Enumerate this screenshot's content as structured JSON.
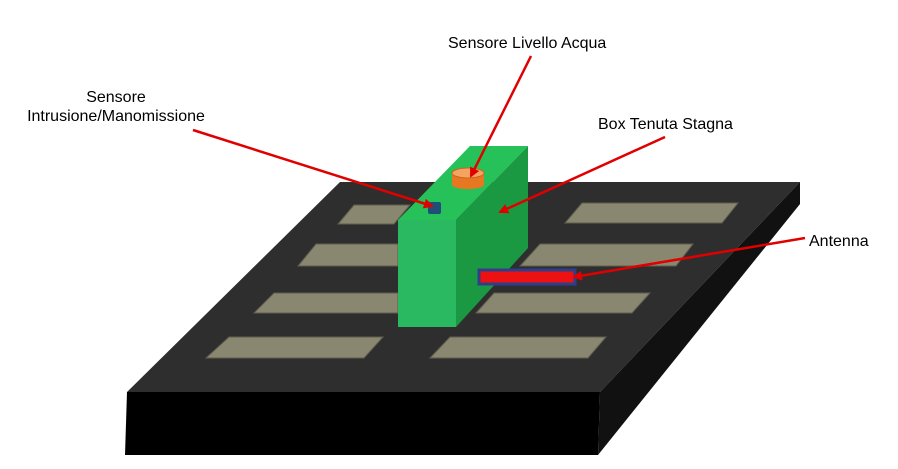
{
  "labels": {
    "water_level_sensor": "Sensore Livello Acqua",
    "intrusion_sensor_line1": "Sensore",
    "intrusion_sensor_line2": "Intrusione/Manomissione",
    "waterproof_box": "Box Tenuta Stagna",
    "antenna": "Antenna"
  },
  "colors": {
    "platform_top": "#2e2e2e",
    "platform_front": "#000000",
    "platform_side": "#111111",
    "panel_fill": "#8a8770",
    "box_top": "#27c159",
    "box_front": "#2ab860",
    "box_side": "#1a9942",
    "sensor_orange": "#e87722",
    "sensor_orange_top": "#f4a460",
    "intrusion_sensor": "#1f4e79",
    "antenna_fill": "#ee1111",
    "antenna_border": "#2c3e8c",
    "arrow": "#e00000"
  }
}
